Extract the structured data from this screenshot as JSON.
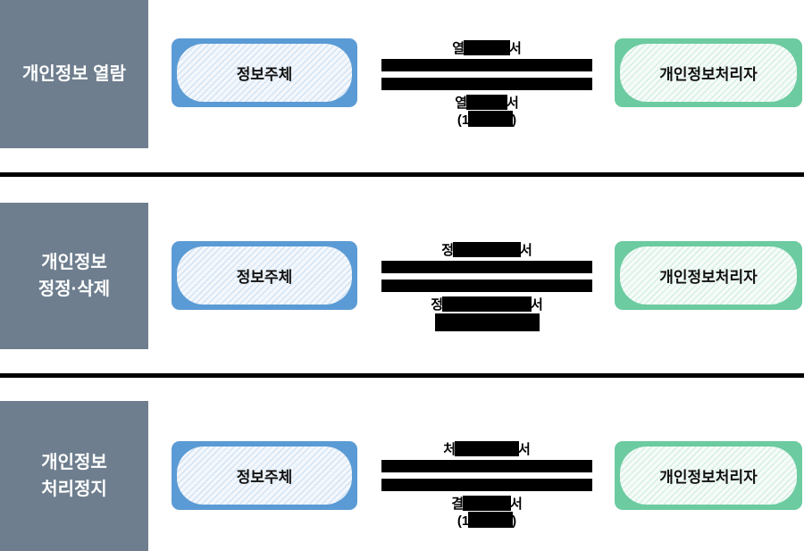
{
  "colors": {
    "category_bg": "#6E7E8E",
    "category_text": "#FFFFFF",
    "subject_border": "#5B9BD5",
    "subject_fill": "#F3F7FC",
    "processor_border": "#6CCBA0",
    "processor_fill": "#F5FBF8",
    "redaction": "#000000",
    "flow_text": "#000000"
  },
  "rows": [
    {
      "category_lines": [
        "개인정보 열람"
      ],
      "subject": "정보주체",
      "processor": "개인정보처리자",
      "request_label": {
        "prefix": "열",
        "suffix": "서",
        "redacted": true
      },
      "response_line1": {
        "prefix": "열",
        "suffix": "서",
        "redacted": true
      },
      "response_line2": {
        "prefix": "(1",
        "suffix": ")",
        "redacted": true
      }
    },
    {
      "category_lines": [
        "개인정보",
        "정정·삭제"
      ],
      "subject": "정보주체",
      "processor": "개인정보처리자",
      "request_label": {
        "prefix": "정",
        "suffix": "서",
        "redacted": true
      },
      "response_line1": {
        "prefix": "정",
        "suffix": "서",
        "redacted": true
      },
      "response_line2": {
        "prefix": "",
        "suffix": "",
        "redacted": true
      }
    },
    {
      "category_lines": [
        "개인정보",
        "처리정지"
      ],
      "subject": "정보주체",
      "processor": "개인정보처리자",
      "request_label": {
        "prefix": "처",
        "suffix": "서",
        "redacted": true
      },
      "response_line1": {
        "prefix": "결",
        "suffix": "서",
        "redacted": true
      },
      "response_line2": {
        "prefix": "(1",
        "suffix": ")",
        "redacted": true
      }
    }
  ]
}
